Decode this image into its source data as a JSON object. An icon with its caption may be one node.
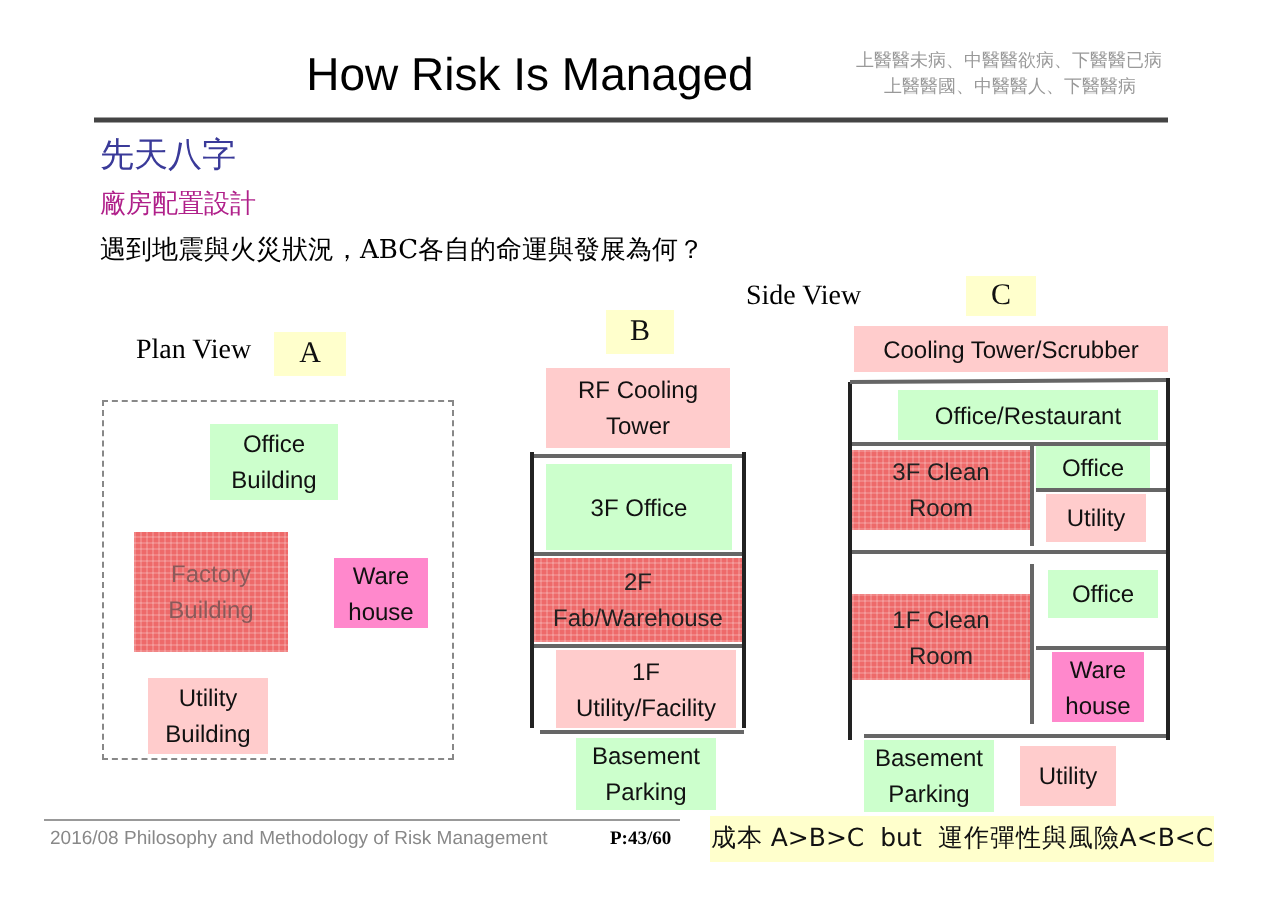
{
  "diagram": {
    "title": "How Risk Is Managed",
    "nodes": [
      {
        "text": [
          "A"
        ]
      },
      {
        "text": [],
        "shape": "box"
      },
      {
        "text": [
          "Office Building"
        ],
        "in": 1
      },
      {
        "text": [
          "Factory Building"
        ],
        "in": 1
      },
      {
        "text": [
          "Ware house"
        ],
        "in": 1
      },
      {
        "text": [
          "Utility Building"
        ],
        "in": 1
      },
      {
        "text": [
          "B"
        ]
      },
      {
        "text": [
          "RF Cooling Tower"
        ]
      },
      {
        "text": [
          "3F Office"
        ]
      },
      {
        "text": [
          "2F Fab/Warehouse"
        ]
      },
      {
        "text": [
          "1F Utility/Facility"
        ]
      },
      {
        "text": [
          "Basement Parking"
        ]
      },
      {
        "text": [
          "C"
        ]
      },
      {
        "text": [
          "Cooling Tower/Scrubber"
        ]
      },
      {
        "text": [
          "Office/Restaurant"
        ]
      },
      {
        "text": [
          "3F Clean Room"
        ]
      },
      {
        "text": [
          "Office"
        ]
      },
      {
        "text": [
          "Utility"
        ]
      },
      {
        "text": [
          "1F Clean Room"
        ]
      },
      {
        "text": [
          "Office"
        ]
      },
      {
        "text": [
          "Ware house"
        ]
      },
      {
        "text": [
          "Basement Parking"
        ]
      },
      {
        "text": [
          "Utility"
        ]
      },
      {
        "text": [
          "成本 A>B>C  but  運作彈性與風險A<B<C"
        ]
      }
    ],
    "labels": [
      "上醫醫未病、中醫醫欲病、下醫醫已病",
      "上醫醫國、中醫醫人、下醫醫病",
      "先天八字",
      "廠房配置設計",
      "遇到地震與火災狀況，ABC各自的命運與發展為何？",
      "Plan View",
      "Side View",
      "2016/08 Philosophy and Methodology of Risk Management",
      "P:43/60"
    ]
  }
}
